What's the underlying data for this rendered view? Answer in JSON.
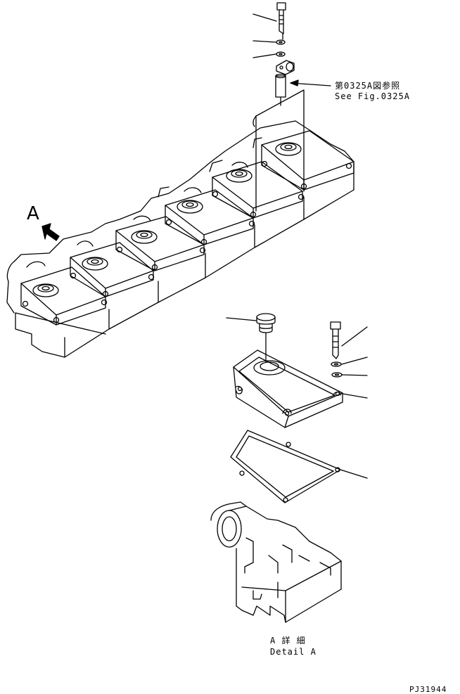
{
  "reference": {
    "jp": "第0325A図参照",
    "en": "See Fig.0325A"
  },
  "view_marker": "A",
  "detail": {
    "jp": "A 詳 細",
    "en": "Detail A"
  },
  "drawing_number": "PJ31944"
}
